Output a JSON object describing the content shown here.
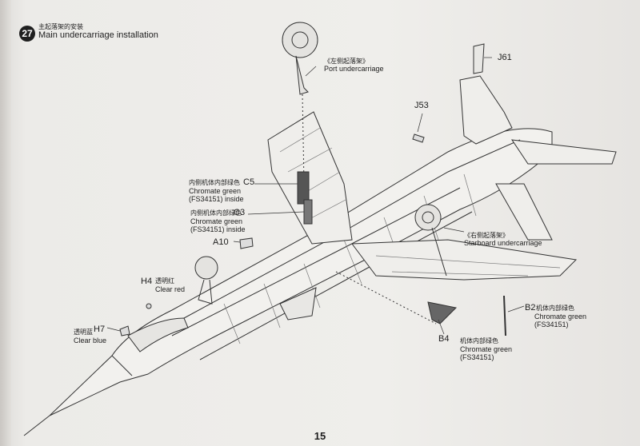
{
  "step": {
    "number": "27",
    "title_zh": "主起落架的安装",
    "title_en": "Main undercarriage installation"
  },
  "labels": {
    "port_zh": "《左侧起落架》",
    "port_en": "Port undercarriage",
    "starboard_zh": "《右侧起落架》",
    "starboard_en": "Starboard undercarriage",
    "j61": "J61",
    "j53": "J53",
    "c5_zh": "内侧机体内部绿色",
    "c5_code": "C5",
    "c5_color": "Chromate green",
    "c5_fs": "(FS34151) inside",
    "c3_zh": "内侧机体内部绿色",
    "c3_code": "C3",
    "c3_color": "Chromate green",
    "c3_fs": "(FS34151) inside",
    "a10": "A10",
    "h4_code": "H4",
    "h4_zh": "透明红",
    "h4_en": "Clear red",
    "h7_zh": "透明蓝",
    "h7_code": "H7",
    "h7_en": "Clear blue",
    "b2_code": "B2",
    "b2_zh": "机体内部绿色",
    "b2_color": "Chromate green",
    "b2_fs": "(FS34151)",
    "b4_code": "B4",
    "b4_zh": "机体内部绿色",
    "b4_color": "Chromate green",
    "b4_fs": "(FS34151)"
  },
  "page_number": "15"
}
